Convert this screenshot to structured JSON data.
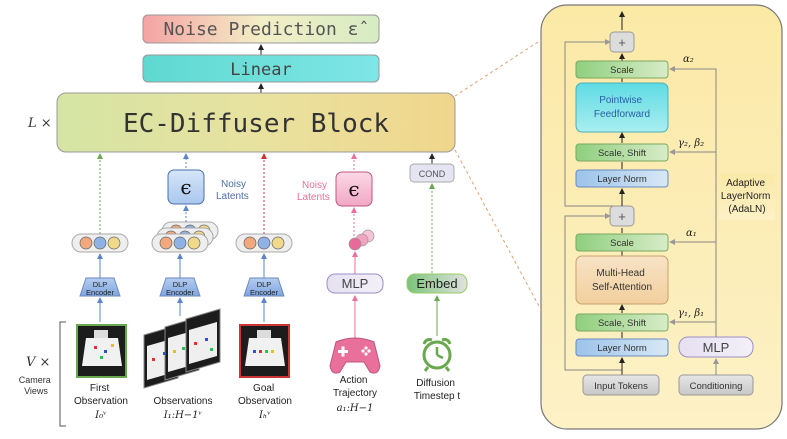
{
  "left": {
    "noise_prediction": "Noise Prediction ε̂",
    "linear": "Linear",
    "block": "EC-Diffuser Block",
    "L_label": "L ×",
    "V_label": "V ×",
    "camera_views": "Camera\nViews",
    "noisy_latents": "Noisy\nLatents",
    "epsilon": "ϵ",
    "dlp_encoder": "DLP\nEncoder",
    "mlp": "MLP",
    "embed": "Embed",
    "cond": "COND",
    "first_obs": "First\nObservation",
    "first_obs_sym": "I₀ᵛ",
    "observations": "Observations",
    "observations_sym": "I₁:H−1ᵛ",
    "goal_obs": "Goal\nObservation",
    "goal_obs_sym": "Iₕᵛ",
    "action_traj": "Action\nTrajectory",
    "action_sym": "a₁:H−1",
    "diffusion_ts": "Diffusion\nTimestep t"
  },
  "right": {
    "scale_top": "Scale",
    "pointwise": "Pointwise\nFeedforward",
    "scale_shift_top": "Scale, Shift",
    "layer_norm_top": "Layer Norm",
    "scale_mid": "Scale",
    "mhsa": "Multi-Head\nSelf-Attention",
    "scale_shift_bot": "Scale, Shift",
    "layer_norm_bot": "Layer Norm",
    "mlp": "MLP",
    "input_tokens": "Input Tokens",
    "conditioning": "Conditioning",
    "alpha2": "α₂",
    "gamma2beta2": "γ₂, β₂",
    "alpha1": "α₁",
    "gamma1beta1": "γ₁, β₁",
    "adaln": "Adaptive\nLayerNorm\n(AdaLN)",
    "plus": "+"
  },
  "colors": {
    "green": "#6aa84f",
    "blue": "#5b86c9",
    "red": "#cc3333",
    "pink": "#e8709a",
    "gray": "#999999"
  }
}
